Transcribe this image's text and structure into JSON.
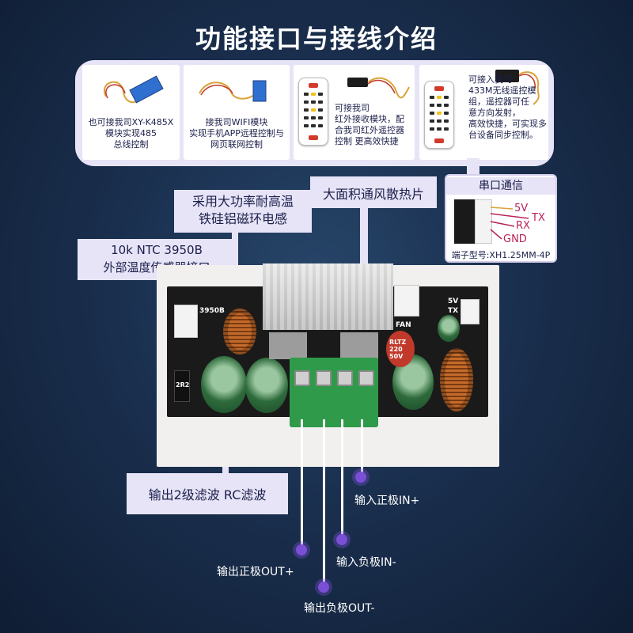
{
  "title": "功能接口与接线介绍",
  "features": [
    {
      "text": "也可接我司XY-K485X\n模块实现485\n总线控制"
    },
    {
      "text": "接我司WIFI模块\n实现手机APP远程控制与\n网页联网控制"
    },
    {
      "text": "可接我司\n红外接收模块，配\n合我司红外遥控器\n控制 更高效快捷"
    },
    {
      "text": "可接入我司\n433M无线遥控模\n组，遥控器可任\n意方向发射，\n高效快捷，可实现多\n台设备同步控制。"
    }
  ],
  "callouts": {
    "inductor": "采用大功率耐高温\n铁硅铝磁环电感",
    "heatsink": "大面积通风散热片",
    "ntc_line1": "10k NTC 3950B",
    "ntc_line2": "外部温度传感器接口",
    "filter": "输出2级滤波 RC滤波"
  },
  "serial": {
    "title": "串口通信",
    "pins": [
      "5V",
      "TX",
      "RX",
      "GND"
    ],
    "footer": "端子型号:XH1.25MM-4P"
  },
  "board_marks": {
    "ntc": "3950B",
    "pin_5v": "5V",
    "pin_tx": "TX",
    "fan": "FAN",
    "resistor": "2R2",
    "cap": "RLTZ 220 50V"
  },
  "terminals": {
    "in_pos": "输入正极IN+",
    "in_neg": "输入负极IN-",
    "out_pos": "输出正极OUT+",
    "out_neg": "输出负极OUT-"
  },
  "colors": {
    "background": "#1a2f4e",
    "panel": "#e7e4f7",
    "accent": "#7a4fd6",
    "pin_label": "#b8235a"
  }
}
